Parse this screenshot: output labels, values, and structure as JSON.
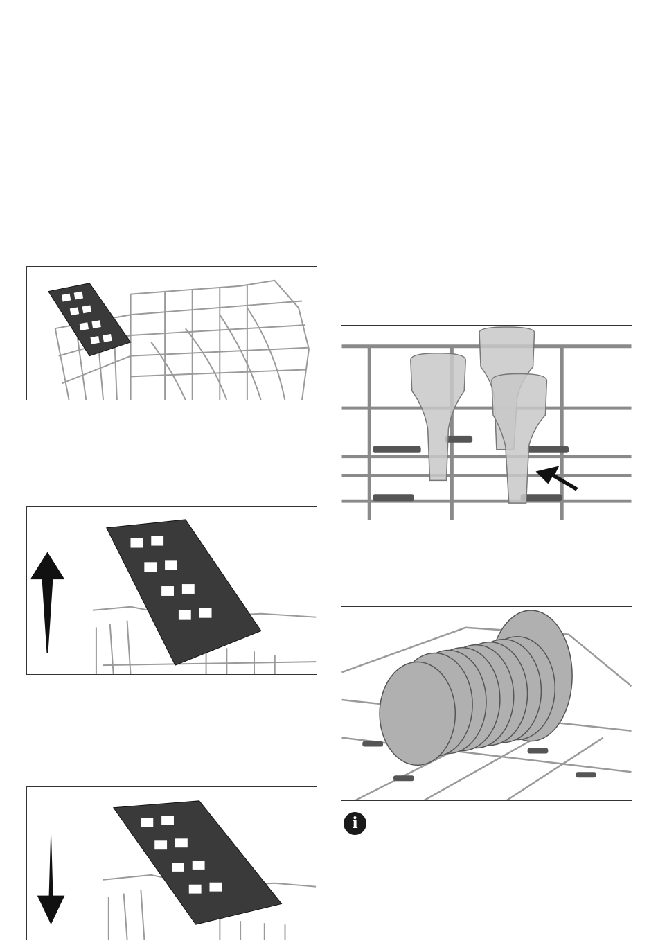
{
  "figures": [
    {
      "id": "fig1",
      "subject": "upper-basket-with-rack"
    },
    {
      "id": "fig2",
      "subject": "rack-raised",
      "arrow": "up"
    },
    {
      "id": "fig3",
      "subject": "rack-lowered",
      "arrow": "down"
    },
    {
      "id": "fig4",
      "subject": "glasses-on-holder",
      "arrow": "pointer"
    },
    {
      "id": "fig5",
      "subject": "plates-in-lower-basket"
    }
  ],
  "icons": {
    "info": "info-icon"
  },
  "info_glyph": "i",
  "colors": {
    "frame": "#333333",
    "wire": "#9a9a9a",
    "rack": "#3a3a3a",
    "glass": "#c8c8c8",
    "plate": "#b0b0b0"
  }
}
